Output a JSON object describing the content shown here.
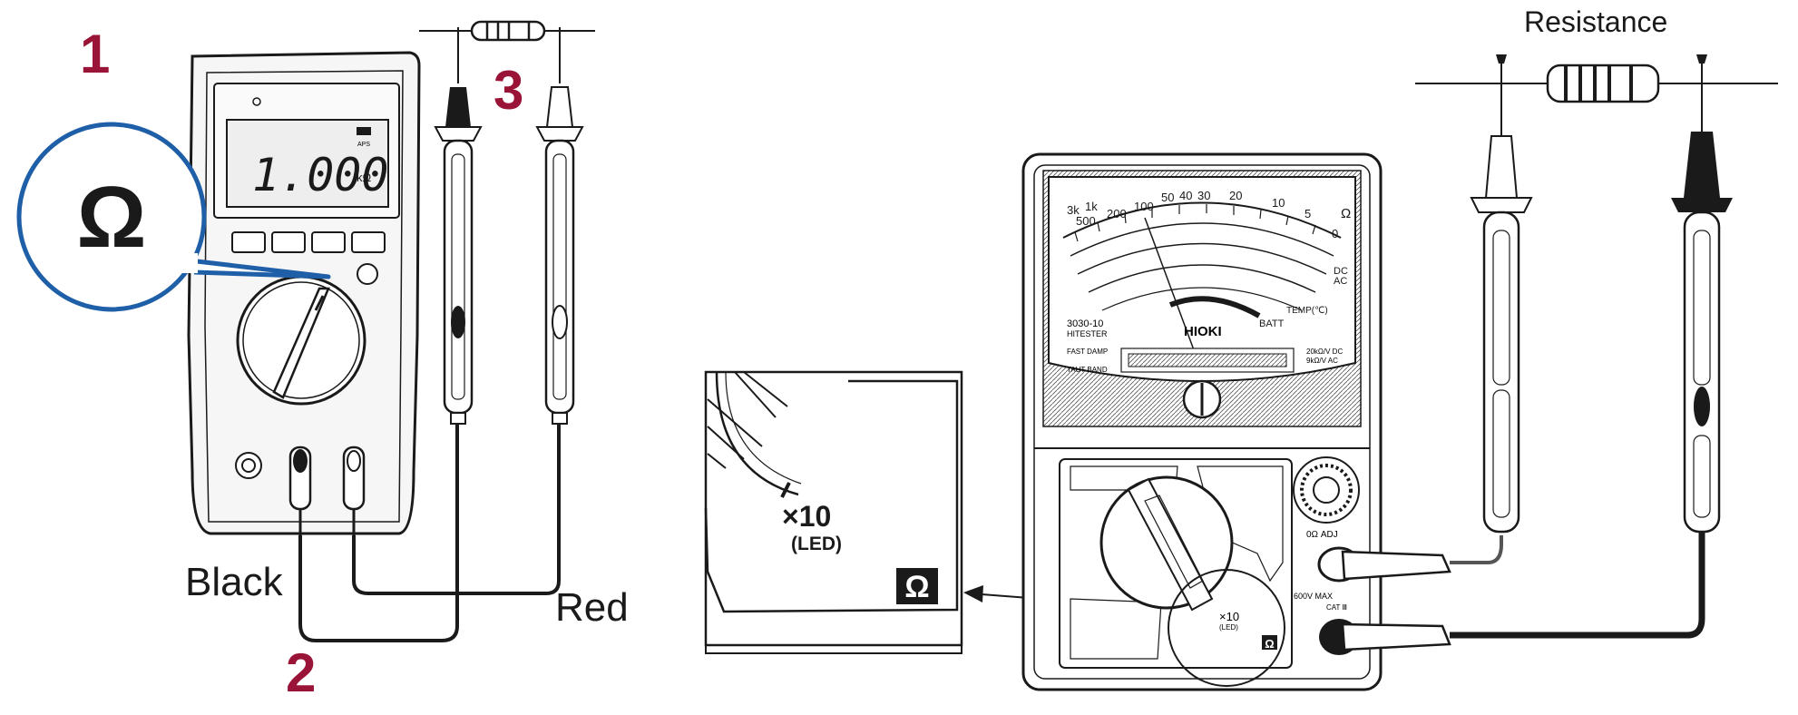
{
  "steps": {
    "s1": "1",
    "s2": "2",
    "s3": "3"
  },
  "dmm": {
    "display_value": "1.000",
    "display_unit": "kΩ",
    "aps": "APS",
    "callout_symbol": "Ω"
  },
  "leads": {
    "black_label": "Black",
    "red_label": "Red"
  },
  "analog": {
    "resistance_label": "Resistance",
    "model": "3030-10",
    "model_name": "HITESTER",
    "brand": "HIOKI",
    "fast_damp": "FAST DAMP",
    "taut_band": "TAUT BAND",
    "sens_dc": "20kΩ/V DC",
    "sens_ac": "9kΩ/V AC",
    "scale_ohm": "Ω",
    "scale_dc": "DC",
    "scale_ac": "AC",
    "scale_temp": "TEMP(℃)",
    "scale_batt": "BATT",
    "ohm_adj": "0Ω ADJ",
    "max_voltage": "600V MAX",
    "cat": "CAT Ⅲ",
    "range_x10": "×10",
    "range_led": "(LED)",
    "zoom_x10": "×10",
    "zoom_led": "(LED)",
    "zoom_symbol": "Ω",
    "ohm_numbers": [
      "3k",
      "1k",
      "500",
      "200",
      "100",
      "50",
      "40",
      "30",
      "20",
      "10",
      "5",
      "0"
    ]
  },
  "colors": {
    "accent": "#9a1438",
    "callout_border": "#1f5fa8",
    "ink": "#1a1a1a"
  }
}
